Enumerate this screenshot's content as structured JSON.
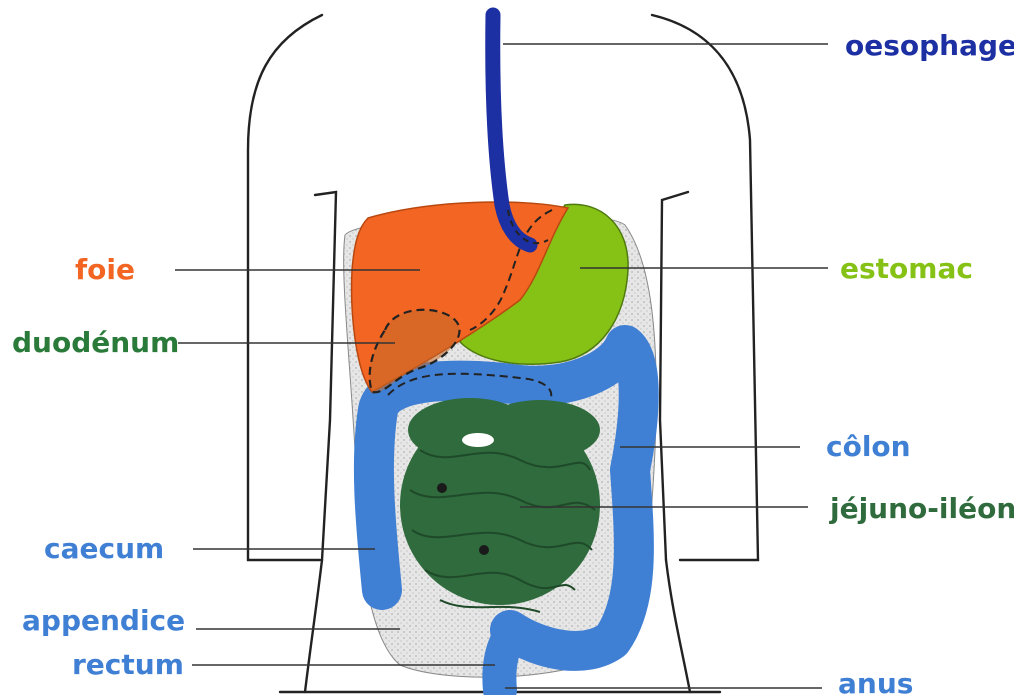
{
  "colors": {
    "oesophage": "#1c2fa3",
    "foie": "#f26522",
    "estomac": "#86c216",
    "duodenum": "#2a7a3a",
    "colon": "#3f7fd4",
    "jejuno": "#2f6b3c",
    "body_line": "#222222",
    "cavity": "#dcdcdc"
  },
  "labels": {
    "oesophage": "oesophage",
    "foie": "foie",
    "estomac": "estomac",
    "duodenum": "duodénum",
    "colon": "côlon",
    "jejuno": "jéjuno-iléon",
    "caecum": "caecum",
    "appendice": "appendice",
    "rectum": "rectum",
    "anus": "anus"
  }
}
